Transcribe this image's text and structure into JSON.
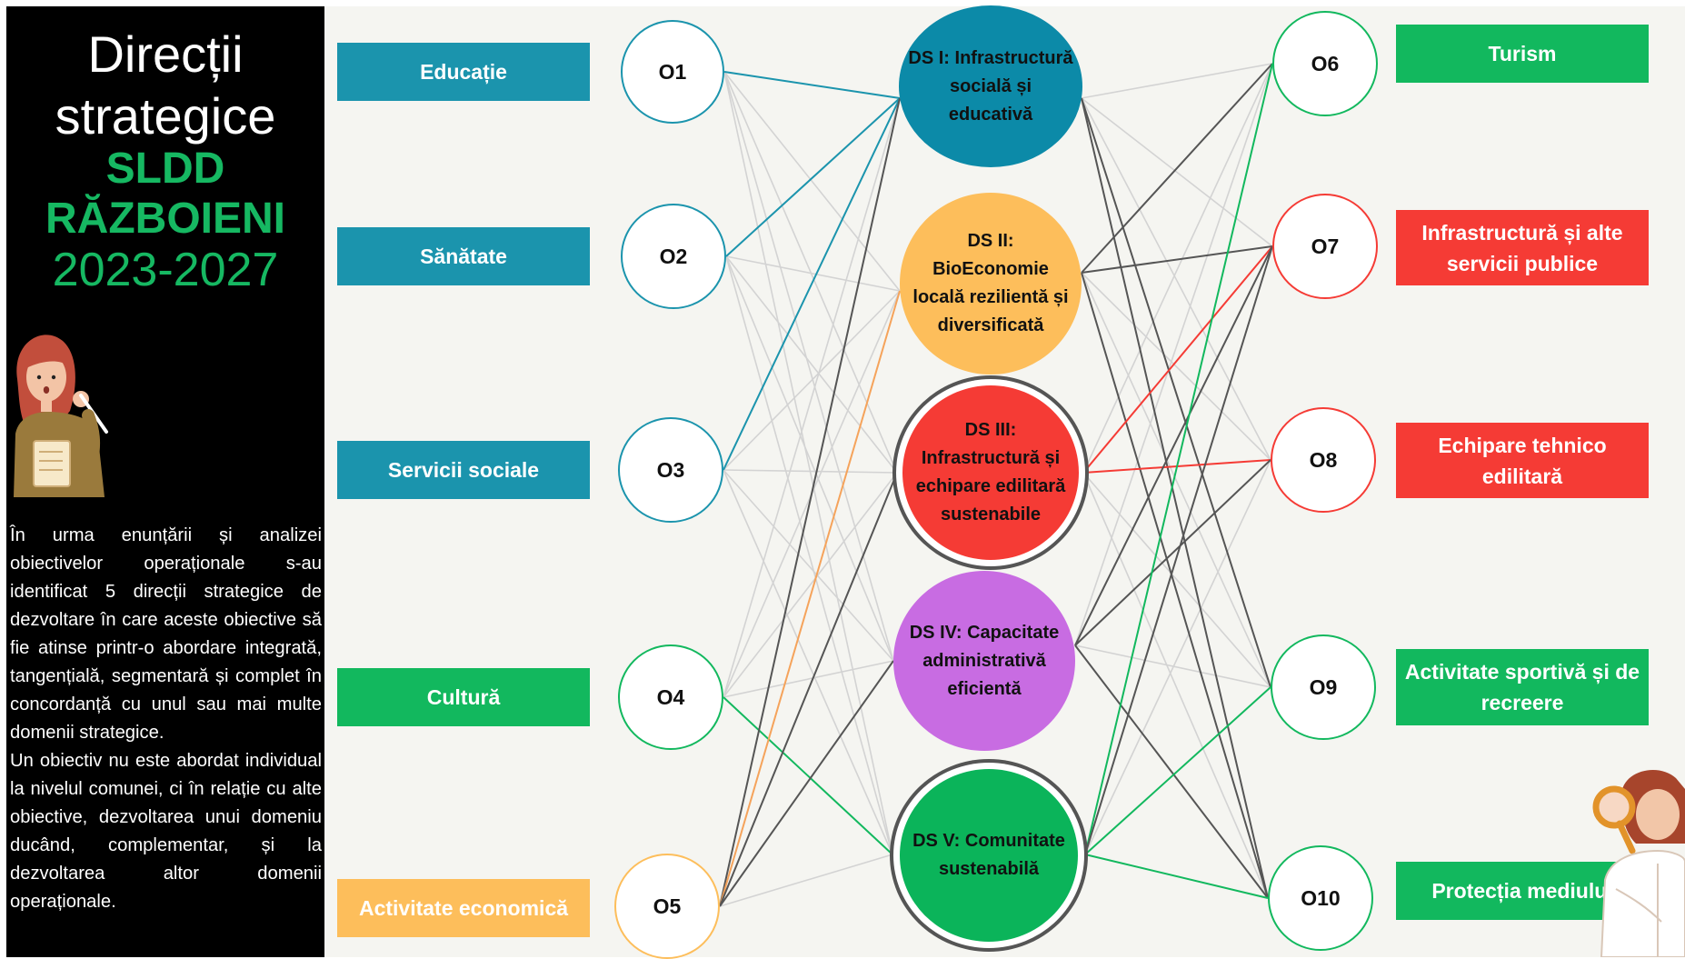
{
  "title": {
    "line1": "Direcții",
    "line2": "strategice",
    "line3": "SLDD",
    "line4": "RĂZBOIENI",
    "line5": "2023-2027"
  },
  "description": {
    "p1": "În urma enunțării și analizei obiectivelor operaționale s-au identificat 5 direcții strategice de dezvoltare în care aceste obiective să fie atinse printr-o abordare integrată, tangențială, segmentară și complet în concordanță cu unul sau mai multe domenii strategice.",
    "p2": "Un obiectiv nu este abordat individual la nivelul comunei, ci în relație cu alte obiective, dezvoltarea unui domeniu ducând, complementar, și la dezvoltarea altor domenii operaționale."
  },
  "colors": {
    "blue": "#1b94ad",
    "green": "#12b85e",
    "orange": "#fdbe5b",
    "red": "#f53b35",
    "purple": "#c86ce2",
    "ds_blue": "#0c8aa8",
    "ds_green": "#0bb45a",
    "faint": "#d3d3d3",
    "dark": "#555555"
  },
  "left_domains": [
    {
      "label": "Educație",
      "color": "#1b94ad"
    },
    {
      "label": "Sănătate",
      "color": "#1b94ad"
    },
    {
      "label": "Servicii sociale",
      "color": "#1b94ad"
    },
    {
      "label": "Cultură",
      "color": "#12b85e"
    },
    {
      "label": "Activitate economică",
      "color": "#fdbe5b"
    }
  ],
  "right_domains": [
    {
      "label": "Turism",
      "color": "#12b85e"
    },
    {
      "label": "Infrastructură și alte servicii publice",
      "color": "#f53b35"
    },
    {
      "label": "Echipare tehnico edilitară",
      "color": "#f53b35"
    },
    {
      "label": "Activitate sportivă și de recreere",
      "color": "#12b85e"
    },
    {
      "label": "Protecția mediului",
      "color": "#12b85e"
    }
  ],
  "left_objectives": [
    {
      "label": "O1",
      "color": "#1b94ad"
    },
    {
      "label": "O2",
      "color": "#1b94ad"
    },
    {
      "label": "O3",
      "color": "#1b94ad"
    },
    {
      "label": "O4",
      "color": "#12b85e"
    },
    {
      "label": "O5",
      "color": "#fdbe5b"
    }
  ],
  "right_objectives": [
    {
      "label": "O6",
      "color": "#12b85e"
    },
    {
      "label": "O7",
      "color": "#f53b35"
    },
    {
      "label": "O8",
      "color": "#f53b35"
    },
    {
      "label": "O9",
      "color": "#12b85e"
    },
    {
      "label": "O10",
      "color": "#12b85e"
    }
  ],
  "strategic_directions": [
    {
      "label": "DS I: Infrastructură socială și educativă",
      "color": "#0c8aa8"
    },
    {
      "label": "DS II: BioEconomie locală rezilientă și diversificată",
      "color": "#fdbe5b"
    },
    {
      "label": "DS III: Infrastructură și echipare edilitară sustenabile",
      "color": "#f53b35"
    },
    {
      "label": "DS IV: Capacitate administrativă eficientă",
      "color": "#c86ce2"
    },
    {
      "label": "DS V: Comunitate sustenabilă",
      "color": "#0bb45a"
    }
  ],
  "links": [
    {
      "from": "O1",
      "to": "DS I",
      "color": "#1b94ad"
    },
    {
      "from": "O2",
      "to": "DS I",
      "color": "#1b94ad"
    },
    {
      "from": "O3",
      "to": "DS I",
      "color": "#1b94ad"
    },
    {
      "from": "O4",
      "to": "DS V",
      "color": "#12b85e"
    },
    {
      "from": "O5",
      "to": "DS I",
      "color": "#555555"
    },
    {
      "from": "O5",
      "to": "DS II",
      "color": "#f5a35b"
    },
    {
      "from": "O5",
      "to": "DS III",
      "color": "#555555"
    },
    {
      "from": "O5",
      "to": "DS IV",
      "color": "#555555"
    },
    {
      "from": "O1",
      "to": "DS II",
      "color": "#d3d3d3"
    },
    {
      "from": "O1",
      "to": "DS III",
      "color": "#d3d3d3"
    },
    {
      "from": "O1",
      "to": "DS IV",
      "color": "#d3d3d3"
    },
    {
      "from": "O1",
      "to": "DS V",
      "color": "#d3d3d3"
    },
    {
      "from": "O2",
      "to": "DS II",
      "color": "#d3d3d3"
    },
    {
      "from": "O2",
      "to": "DS III",
      "color": "#d3d3d3"
    },
    {
      "from": "O2",
      "to": "DS IV",
      "color": "#d3d3d3"
    },
    {
      "from": "O2",
      "to": "DS V",
      "color": "#d3d3d3"
    },
    {
      "from": "O3",
      "to": "DS II",
      "color": "#d3d3d3"
    },
    {
      "from": "O3",
      "to": "DS III",
      "color": "#d3d3d3"
    },
    {
      "from": "O3",
      "to": "DS IV",
      "color": "#d3d3d3"
    },
    {
      "from": "O3",
      "to": "DS V",
      "color": "#d3d3d3"
    },
    {
      "from": "O4",
      "to": "DS I",
      "color": "#d3d3d3"
    },
    {
      "from": "O4",
      "to": "DS II",
      "color": "#d3d3d3"
    },
    {
      "from": "O4",
      "to": "DS III",
      "color": "#d3d3d3"
    },
    {
      "from": "O4",
      "to": "DS IV",
      "color": "#d3d3d3"
    },
    {
      "from": "O5",
      "to": "DS V",
      "color": "#d3d3d3"
    },
    {
      "from": "DS I",
      "to": "O9",
      "color": "#555555"
    },
    {
      "from": "DS I",
      "to": "O10",
      "color": "#555555"
    },
    {
      "from": "DS II",
      "to": "O6",
      "color": "#555555"
    },
    {
      "from": "DS II",
      "to": "O7",
      "color": "#555555"
    },
    {
      "from": "DS II",
      "to": "O10",
      "color": "#555555"
    },
    {
      "from": "DS III",
      "to": "O7",
      "color": "#f53b35"
    },
    {
      "from": "DS III",
      "to": "O8",
      "color": "#f53b35"
    },
    {
      "from": "DS IV",
      "to": "O7",
      "color": "#555555"
    },
    {
      "from": "DS IV",
      "to": "O8",
      "color": "#555555"
    },
    {
      "from": "DS IV",
      "to": "O10",
      "color": "#555555"
    },
    {
      "from": "DS V",
      "to": "O6",
      "color": "#12b85e"
    },
    {
      "from": "DS V",
      "to": "O9",
      "color": "#12b85e"
    },
    {
      "from": "DS V",
      "to": "O10",
      "color": "#12b85e"
    },
    {
      "from": "DS V",
      "to": "O7",
      "color": "#555555"
    },
    {
      "from": "DS I",
      "to": "O6",
      "color": "#d3d3d3"
    },
    {
      "from": "DS I",
      "to": "O7",
      "color": "#d3d3d3"
    },
    {
      "from": "DS I",
      "to": "O8",
      "color": "#d3d3d3"
    },
    {
      "from": "DS II",
      "to": "O8",
      "color": "#d3d3d3"
    },
    {
      "from": "DS II",
      "to": "O9",
      "color": "#d3d3d3"
    },
    {
      "from": "DS III",
      "to": "O6",
      "color": "#d3d3d3"
    },
    {
      "from": "DS III",
      "to": "O9",
      "color": "#d3d3d3"
    },
    {
      "from": "DS III",
      "to": "O10",
      "color": "#d3d3d3"
    },
    {
      "from": "DS IV",
      "to": "O6",
      "color": "#d3d3d3"
    },
    {
      "from": "DS IV",
      "to": "O9",
      "color": "#d3d3d3"
    },
    {
      "from": "DS V",
      "to": "O8",
      "color": "#d3d3d3"
    }
  ]
}
